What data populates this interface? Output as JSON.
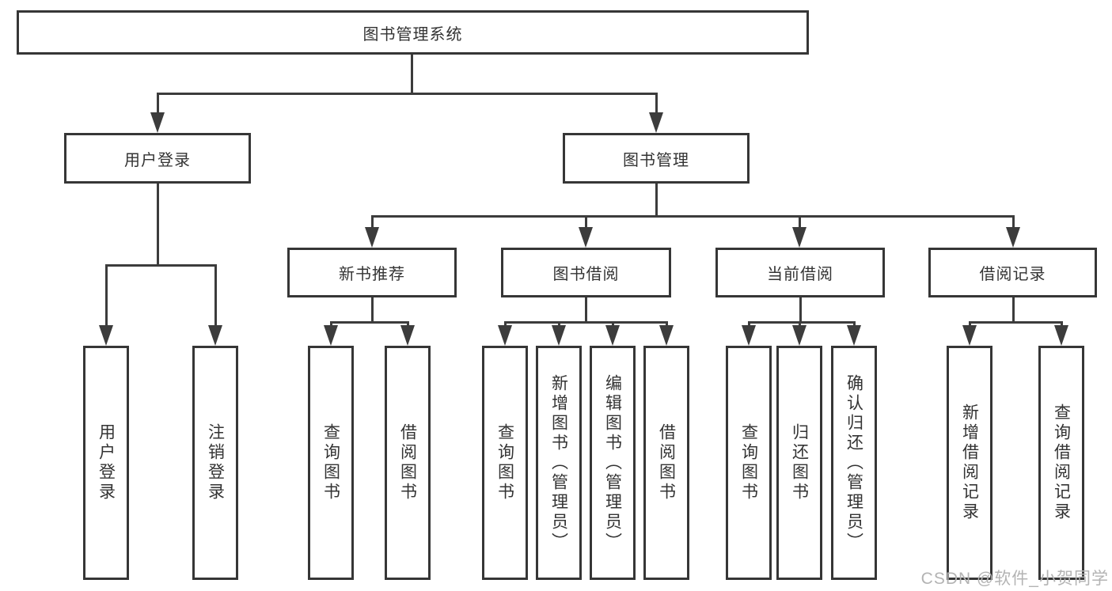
{
  "diagram": {
    "root": {
      "label": "图书管理系统"
    },
    "level2": [
      {
        "id": "user-login",
        "label": "用户登录"
      },
      {
        "id": "book-management",
        "label": "图书管理"
      }
    ],
    "level3": [
      {
        "id": "new-book-recommend",
        "label": "新书推荐"
      },
      {
        "id": "book-borrow",
        "label": "图书借阅"
      },
      {
        "id": "current-borrow",
        "label": "当前借阅"
      },
      {
        "id": "borrow-records",
        "label": "借阅记录"
      }
    ],
    "leaves": {
      "user_login": [
        {
          "label": "用户登录"
        },
        {
          "label": "注销登录"
        }
      ],
      "recommend": [
        {
          "label": "查询图书"
        },
        {
          "label": "借阅图书"
        }
      ],
      "borrow": [
        {
          "label": "查询图书"
        },
        {
          "label": "新增图书（管理员）"
        },
        {
          "label": "编辑图书（管理员）"
        },
        {
          "label": "借阅图书"
        }
      ],
      "current": [
        {
          "label": "查询图书"
        },
        {
          "label": "归还图书"
        },
        {
          "label": "确认归还（管理员）"
        }
      ],
      "records": [
        {
          "label": "新增借阅记录"
        },
        {
          "label": "查询借阅记录"
        }
      ]
    }
  },
  "watermark": "CSDN @软件_小贺同学",
  "colors": {
    "line": "#3c3c3c",
    "border": "#363636",
    "text": "#333333",
    "watermark": "#b3b3b3",
    "background": "#ffffff"
  }
}
